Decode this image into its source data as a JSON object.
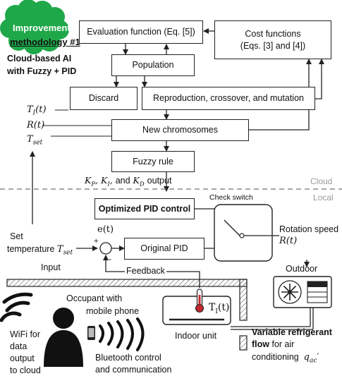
{
  "badge": {
    "line1": "Improvement",
    "line2": "methodology #1"
  },
  "heading": {
    "line1": "Cloud-based AI",
    "line2": "with Fuzzy + PID"
  },
  "boxes": {
    "evaluation": "Evaluation function (Eq. [5])",
    "cost_line1": "Cost functions",
    "cost_line2": "(Eqs. [3] and [4])",
    "population": "Population",
    "discard": "Discard",
    "reproduction": "Reproduction, crossover, and mutation",
    "new_chromosomes": "New chromosomes",
    "fuzzy_rule": "Fuzzy rule",
    "optimized_pid": "Optimized PID control",
    "original_pid": "Original PID"
  },
  "inputs": {
    "ti": "T_I(t)",
    "r": "R(t)",
    "tset": "T_set"
  },
  "gains_output": "K_P, K_I, and K_D output",
  "zones": {
    "cloud": "Cloud",
    "local": "Local"
  },
  "labels": {
    "check_switch": "Check switch",
    "rotation_speed": "Rotation speed",
    "rotation_symbol": "R(t)",
    "error_signal": "e(t)",
    "plus": "+",
    "minus": "-",
    "feedback": "Feedback",
    "set_temp_line1": "Set",
    "set_temp_line2": "temperature",
    "set_temp_symbol": "T_set",
    "input": "Input",
    "outdoor": "Outdoor",
    "occupant_line1": "Occupant with",
    "occupant_line2": "mobile phone",
    "indoor_unit": "Indoor unit",
    "indoor_temp": "T_I(t)",
    "wifi_line1": "WiFi for",
    "wifi_line2": "data",
    "wifi_line3": "output",
    "wifi_line4": "to cloud",
    "bluetooth_line1": "Bluetooth control",
    "bluetooth_line2": "and communication",
    "vrf_line1": "Variable refrigerant",
    "vrf_line2a": "flow",
    "vrf_line2b": " for air",
    "vrf_line3": "conditioning",
    "vrf_symbol": "q_ac′"
  },
  "colors": {
    "badge_green": "#1fa84a",
    "zone_text": "#9a9a9a",
    "line": "#222222"
  }
}
